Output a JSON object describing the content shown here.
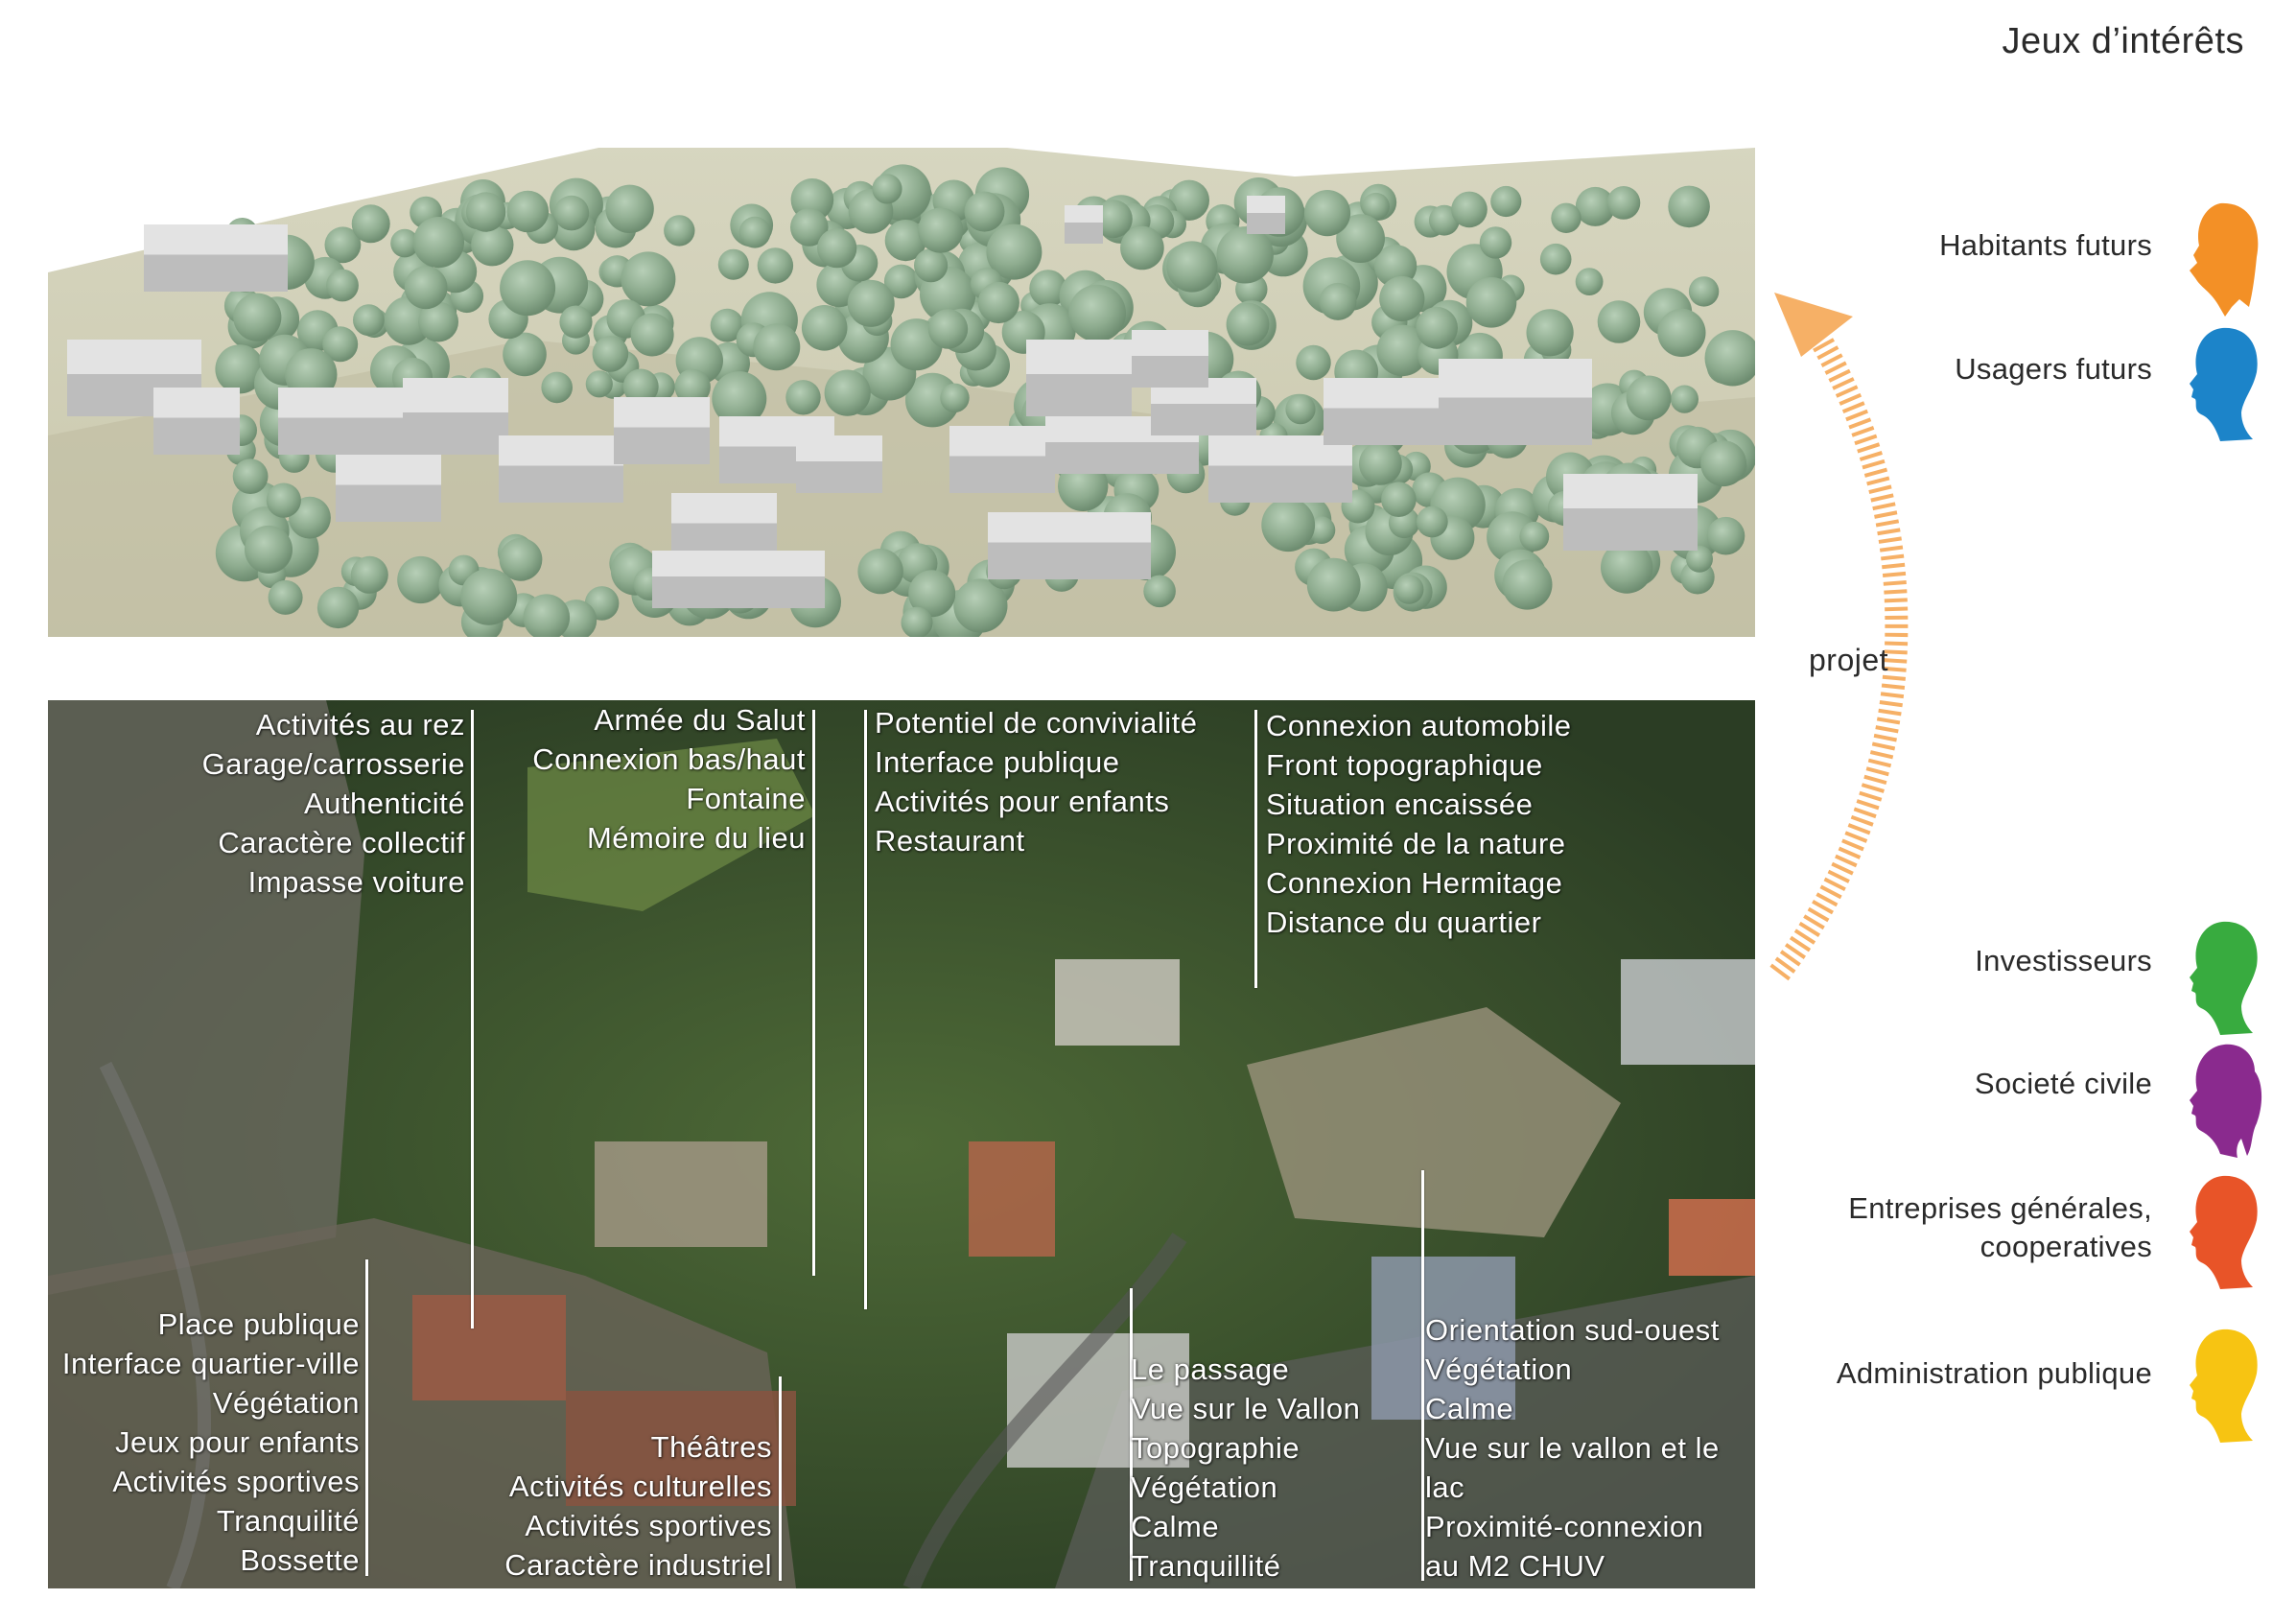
{
  "legend": {
    "title": "Jeux d’intérêts",
    "stakeholders": [
      {
        "lines": [
          "Habitants futurs"
        ],
        "color": "#f39026",
        "icon": "female-head-icon"
      },
      {
        "lines": [
          "Usagers futurs"
        ],
        "color": "#1c84c9",
        "icon": "male-head-icon"
      },
      {
        "lines": [
          "Investisseurs"
        ],
        "color": "#38ab3f",
        "icon": "male-head-icon"
      },
      {
        "lines": [
          "Societé civile"
        ],
        "color": "#8a2a8e",
        "icon": "ponytail-head-icon"
      },
      {
        "lines": [
          "Entreprises générales,",
          "cooperatives"
        ],
        "color": "#e85428",
        "icon": "male-head-icon"
      },
      {
        "lines": [
          "Administration publique"
        ],
        "color": "#f7c412",
        "icon": "male-head-icon"
      }
    ]
  },
  "arc": {
    "label": "projet",
    "color": "#f6b066"
  },
  "annotations": [
    {
      "id": "a1",
      "lines": [
        "Activités au rez",
        "Garage/carrosserie",
        "Authenticité",
        "Caractère collectif",
        "Impasse voiture"
      ]
    },
    {
      "id": "a2",
      "lines": [
        "Armée du Salut",
        "Connexion bas/haut",
        "Fontaine",
        "Mémoire du lieu"
      ]
    },
    {
      "id": "a3",
      "lines": [
        "Potentiel de convivialité",
        "Interface publique",
        "Activités pour enfants",
        "Restaurant"
      ]
    },
    {
      "id": "a4",
      "lines": [
        "Connexion automobile",
        "Front topographique",
        "Situation encaissée",
        "Proximité de la nature",
        "Connexion Hermitage",
        "Distance du quartier"
      ]
    },
    {
      "id": "a5",
      "lines": [
        "Place publique",
        "Interface quartier-ville",
        "Végétation",
        "Jeux pour enfants",
        "Activités sportives",
        "Tranquilité",
        "Bossette"
      ]
    },
    {
      "id": "a6",
      "lines": [
        "Théâtres",
        "Activités culturelles",
        "Activités sportives",
        "Caractère industriel"
      ]
    },
    {
      "id": "a7",
      "lines": [
        "Le passage",
        "Vue sur le Vallon",
        "Topographie",
        "Végétation",
        "Calme",
        "Tranquillité"
      ]
    },
    {
      "id": "a8",
      "lines": [
        "Orientation sud-ouest",
        "Végétation",
        "Calme",
        "Vue sur le vallon et le",
        "lac",
        "Proximité-connexion",
        "au M2 CHUV"
      ]
    }
  ]
}
